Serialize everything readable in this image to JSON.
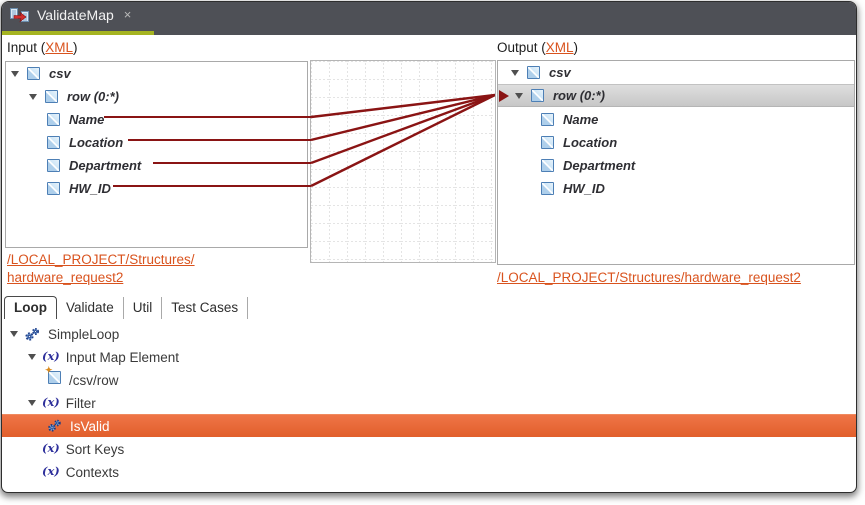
{
  "titlebar": {
    "tab_label": "ValidateMap",
    "close_label": "×"
  },
  "input_panel": {
    "header_prefix": "Input (",
    "header_link": "XML",
    "header_suffix": ")",
    "tree": {
      "root": "csv",
      "loop_row": "row (0:*)",
      "fields": [
        "Name",
        "Location",
        "Department",
        "HW_ID"
      ]
    },
    "structure_link_line1": "/LOCAL_PROJECT/Structures/",
    "structure_link_line2": "hardware_request2"
  },
  "output_panel": {
    "header_prefix": "Output (",
    "header_link": "XML",
    "header_suffix": ")",
    "tree": {
      "root": "csv",
      "loop_row": "row (0:*)",
      "fields": [
        "Name",
        "Location",
        "Department",
        "HW_ID"
      ]
    },
    "structure_link": "/LOCAL_PROJECT/Structures/hardware_request2"
  },
  "mapping": {
    "sources": [
      "Name",
      "Location",
      "Department",
      "HW_ID"
    ],
    "target": "row (0:*)",
    "line_color": "#8a1414"
  },
  "bottom_tabs": {
    "items": [
      "Loop",
      "Validate",
      "Util",
      "Test Cases"
    ],
    "active": "Loop"
  },
  "loop_tree": {
    "fx_icon_label": "(x)",
    "nodes": [
      {
        "label": "SimpleLoop",
        "icon": "gears"
      },
      {
        "label": "Input Map Element",
        "icon": "fx"
      },
      {
        "label": "/csv/row",
        "icon": "xml-element-new"
      },
      {
        "label": "Filter",
        "icon": "fx"
      },
      {
        "label": "IsValid",
        "icon": "gears",
        "selected": true
      },
      {
        "label": "Sort Keys",
        "icon": "fx"
      },
      {
        "label": "Contexts",
        "icon": "fx"
      }
    ]
  },
  "colors": {
    "titlebar_bg": "#4e5056",
    "tab_underline_green": "#a5b421",
    "link_orange": "#d9531e",
    "selection_orange": "#e7653a",
    "map_line_red": "#8a1414"
  }
}
